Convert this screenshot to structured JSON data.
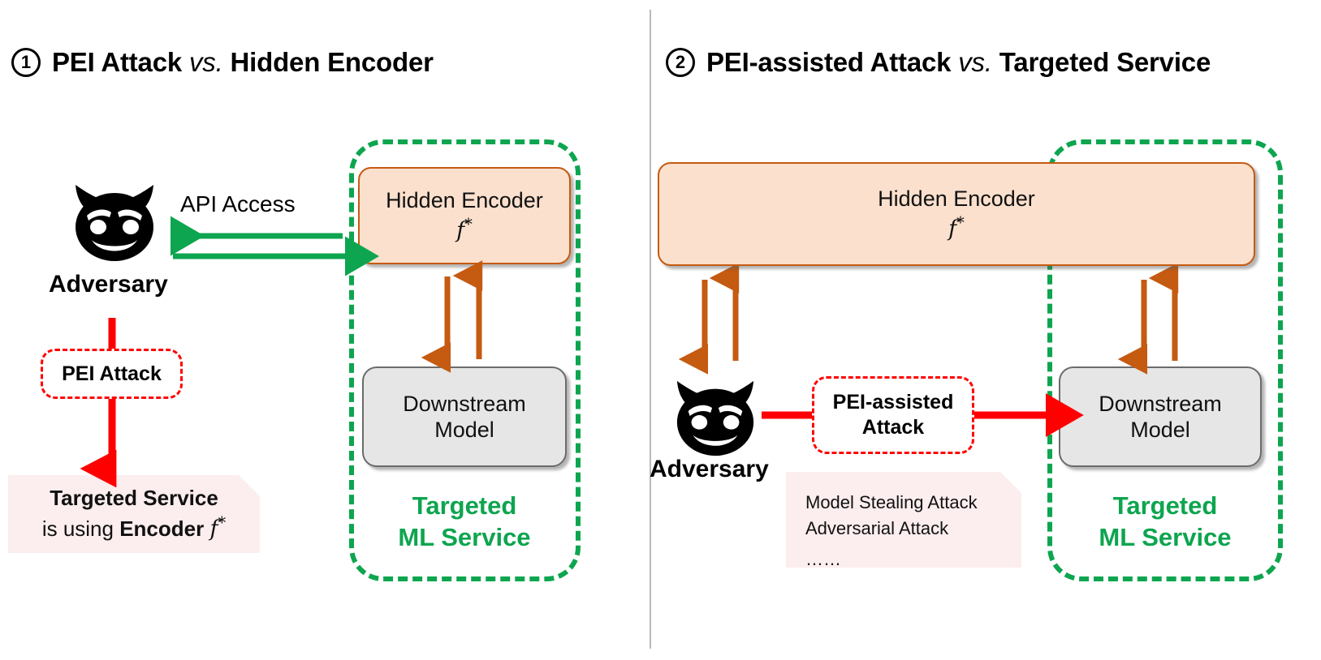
{
  "panels": [
    {
      "number": "1",
      "title_pre": "PEI Attack ",
      "title_vs": "vs.",
      "title_post": " Hidden Encoder",
      "adversary_label": "Adversary",
      "api_label": "API Access",
      "attack_label": "PEI Attack",
      "encoder_title": "Hidden Encoder",
      "encoder_symbol": "f*",
      "model_label": "Downstream\nModel",
      "service_label": "Targeted\nML Service",
      "note_strong": "Targeted Service",
      "note_rest_pre": "is using ",
      "note_rest_strong": "Encoder",
      "note_rest_symbol": "f*"
    },
    {
      "number": "2",
      "title_pre": "PEI-assisted Attack ",
      "title_vs": "vs.",
      "title_post": " Targeted Service",
      "adversary_label": "Adversary",
      "attack_label": "PEI-assisted\nAttack",
      "encoder_title": "Hidden Encoder",
      "encoder_symbol": "f*",
      "model_label": "Downstream\nModel",
      "service_label": "Targeted\nML Service",
      "note_lines": [
        "Model Stealing Attack",
        "Adversarial Attack",
        "……"
      ]
    }
  ],
  "colors": {
    "green": "#0da54f",
    "red": "#ff0000",
    "orange_arrow": "#c55a11",
    "encoder_fill": "#fbe0cd",
    "encoder_border": "#c55a11",
    "model_fill": "#e6e6e6",
    "model_border": "#6b6b6b",
    "note_fill": "#fcedee",
    "divider": "#b9b9b9"
  },
  "icons": {
    "devil": "devil-face-icon",
    "circle_one": "circled-number-one-icon",
    "circle_two": "circled-number-two-icon"
  }
}
